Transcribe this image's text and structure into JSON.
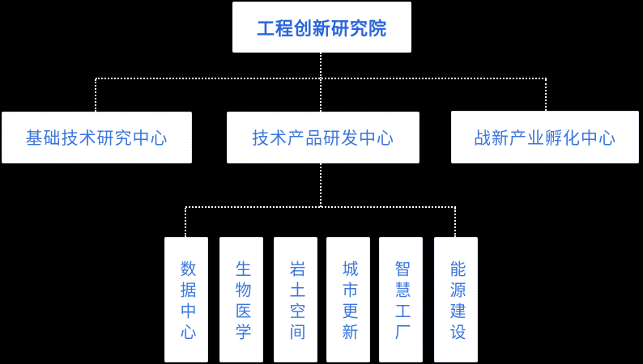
{
  "org_chart": {
    "type": "org-tree",
    "root": {
      "label": "工程创新研究院"
    },
    "level2": [
      {
        "label": "基础技术研究中心"
      },
      {
        "label": "技术产品研发中心"
      },
      {
        "label": "战新产业孵化中心"
      }
    ],
    "level3": [
      {
        "label": "数据中心"
      },
      {
        "label": "生物医学"
      },
      {
        "label": "岩土空间"
      },
      {
        "label": "城市更新"
      },
      {
        "label": "智慧工厂"
      },
      {
        "label": "能源建设"
      }
    ],
    "level3_parent": "技术产品研发中心",
    "colors": {
      "background": "#000000",
      "node_bg": "#ffffff",
      "node_border": "#c9d5f0",
      "root_text": "#2a66db",
      "node_text": "#3b76dc",
      "connector": "#ffffff"
    }
  }
}
